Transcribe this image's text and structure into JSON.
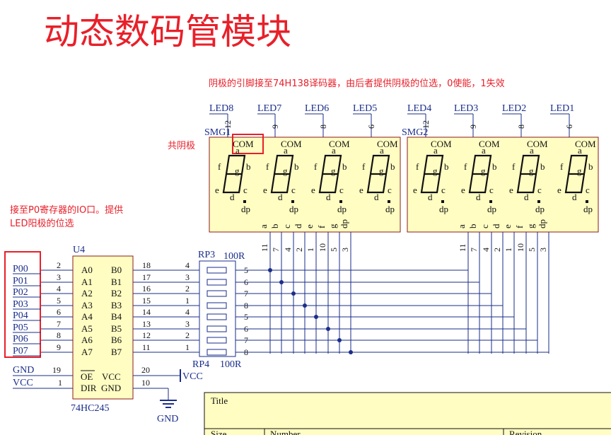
{
  "title": "动态数码管模块",
  "notes": {
    "cathode": "阴极的引脚接至74H138译码器，由后者提供阴极的位选，0使能，1失效",
    "p0_line1": "接至P0寄存器的IO口。提供",
    "p0_line2": "LED阳极的位选",
    "common_cathode": "共阴极"
  },
  "led_labels": [
    "LED8",
    "LED7",
    "LED6",
    "LED5",
    "LED4",
    "LED3",
    "LED2",
    "LED1"
  ],
  "led_pins": [
    "12",
    "9",
    "8",
    "6",
    "12",
    "9",
    "8",
    "6"
  ],
  "smg_labels": [
    "SMG1",
    "SMG2"
  ],
  "com_label": "COM",
  "seg_letters": {
    "a": "a",
    "b": "b",
    "c": "c",
    "d": "d",
    "e": "e",
    "f": "f",
    "g": "g",
    "dp": "dp"
  },
  "bottom_seg_labels": [
    "a",
    "b",
    "c",
    "d",
    "e",
    "f",
    "g",
    "dp"
  ],
  "bottom_pin_nums": [
    "11",
    "7",
    "4",
    "2",
    "1",
    "10",
    "5",
    "3"
  ],
  "p0_ports": [
    "P00",
    "P01",
    "P02",
    "P03",
    "P04",
    "P05",
    "P06",
    "P07"
  ],
  "u4": {
    "ref": "U4",
    "part": "74HC245",
    "a_pins": [
      "A0",
      "A1",
      "A2",
      "A3",
      "A4",
      "A5",
      "A6",
      "A7"
    ],
    "b_pins": [
      "B0",
      "B1",
      "B2",
      "B3",
      "B4",
      "B5",
      "B6",
      "B7"
    ],
    "left_nums": [
      "2",
      "3",
      "4",
      "5",
      "6",
      "7",
      "8",
      "9"
    ],
    "right_nums": [
      "18",
      "17",
      "16",
      "15",
      "14",
      "13",
      "12",
      "11"
    ],
    "oe": "OE",
    "dir": "DIR",
    "vcc": "VCC",
    "gnd": "GND",
    "oe_num": "19",
    "dir_num": "1",
    "vcc_num": "20",
    "gnd_num": "10"
  },
  "power": {
    "gnd": "GND",
    "vcc": "VCC"
  },
  "rp3": {
    "ref": "RP3",
    "value": "100R"
  },
  "rp4": {
    "ref": "RP4",
    "value": "100R"
  },
  "rp_left_nums": [
    "4",
    "3",
    "2",
    "1",
    "4",
    "3",
    "2",
    "1"
  ],
  "rp_right_nums": [
    "5",
    "6",
    "7",
    "8",
    "5",
    "6",
    "7",
    "8"
  ],
  "title_block": {
    "title": "Title",
    "size": "Size",
    "number": "Number",
    "revision": "Revision"
  }
}
